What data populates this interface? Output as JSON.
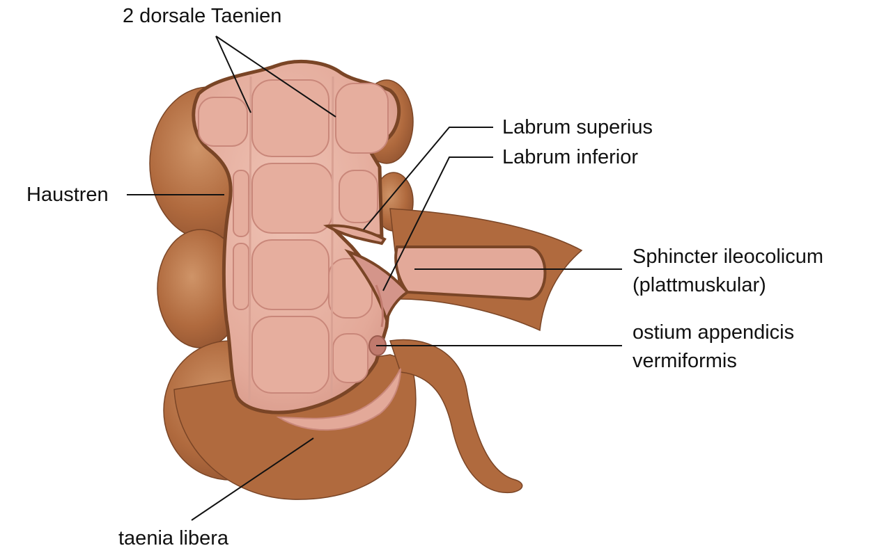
{
  "colors": {
    "outer_wall": "#b06a3e",
    "outer_wall_highlight": "#c98a5d",
    "outer_wall_shadow": "#8f5230",
    "wall_outline": "#7a4526",
    "mucosa": "#e0a595",
    "mucosa_light": "#ecbcae",
    "mucosa_fold": "#d4958a",
    "leader_line": "#111111",
    "label_text": "#111111"
  },
  "labels": {
    "dorsal_taeniae": "2 dorsale Taenien",
    "haustra": "Haustren",
    "labrum_superius": "Labrum superius",
    "labrum_inferior": "Labrum inferior",
    "sphincter_line1": "Sphincter ileocolicum",
    "sphincter_line2": "(plattmuskular)",
    "ostium_line1": "ostium appendicis",
    "ostium_line2": "vermiformis",
    "taenia_libera": "taenia libera"
  }
}
